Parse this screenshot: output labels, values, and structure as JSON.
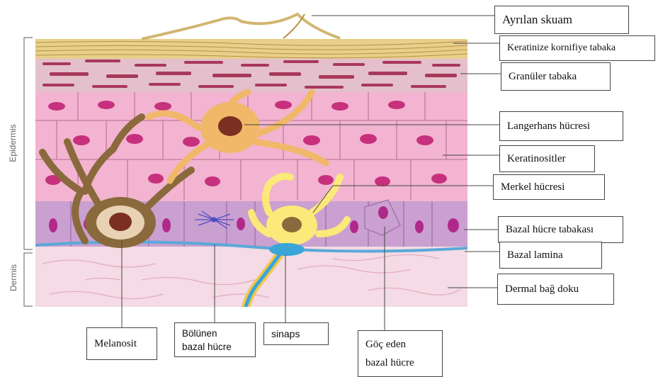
{
  "side_labels": {
    "epidermis": "Epidermis",
    "dermis": "Dermis"
  },
  "right_labels": {
    "ayrilan_skuam": "Ayrılan skuam",
    "keratinize": "Keratinize kornifiye tabaka",
    "granuler": "Granüler tabaka",
    "langerhans": "Langerhans hücresi",
    "keratinositler": "Keratinositler",
    "merkel": "Merkel hücresi",
    "bazal_hucre_tabakasi": "Bazal hücre tabakası",
    "bazal_lamina": "Bazal lamina",
    "dermal_bag_doku": "Dermal bağ doku"
  },
  "bottom_labels": {
    "melanosit": "Melanosit",
    "bolunen_1": "Bölünen",
    "bolunen_2": "bazal hücre",
    "sinaps": "sinaps",
    "goc_1": "Göç eden",
    "goc_2": "bazal hücre"
  },
  "colors": {
    "keratin": "#e8cf8a",
    "granular": "#a8385a",
    "keratinocyte": "#f2b4d0",
    "nucleus": "#c7307c",
    "basal": "#caa0d0",
    "lamina": "#5aa9d8",
    "dermis": "#f4dbe5",
    "melanocyte": "#8a6a3c",
    "langerhans": "#f0b868",
    "merkel": "#fbe97a",
    "nerve": "#3aa6d8"
  }
}
